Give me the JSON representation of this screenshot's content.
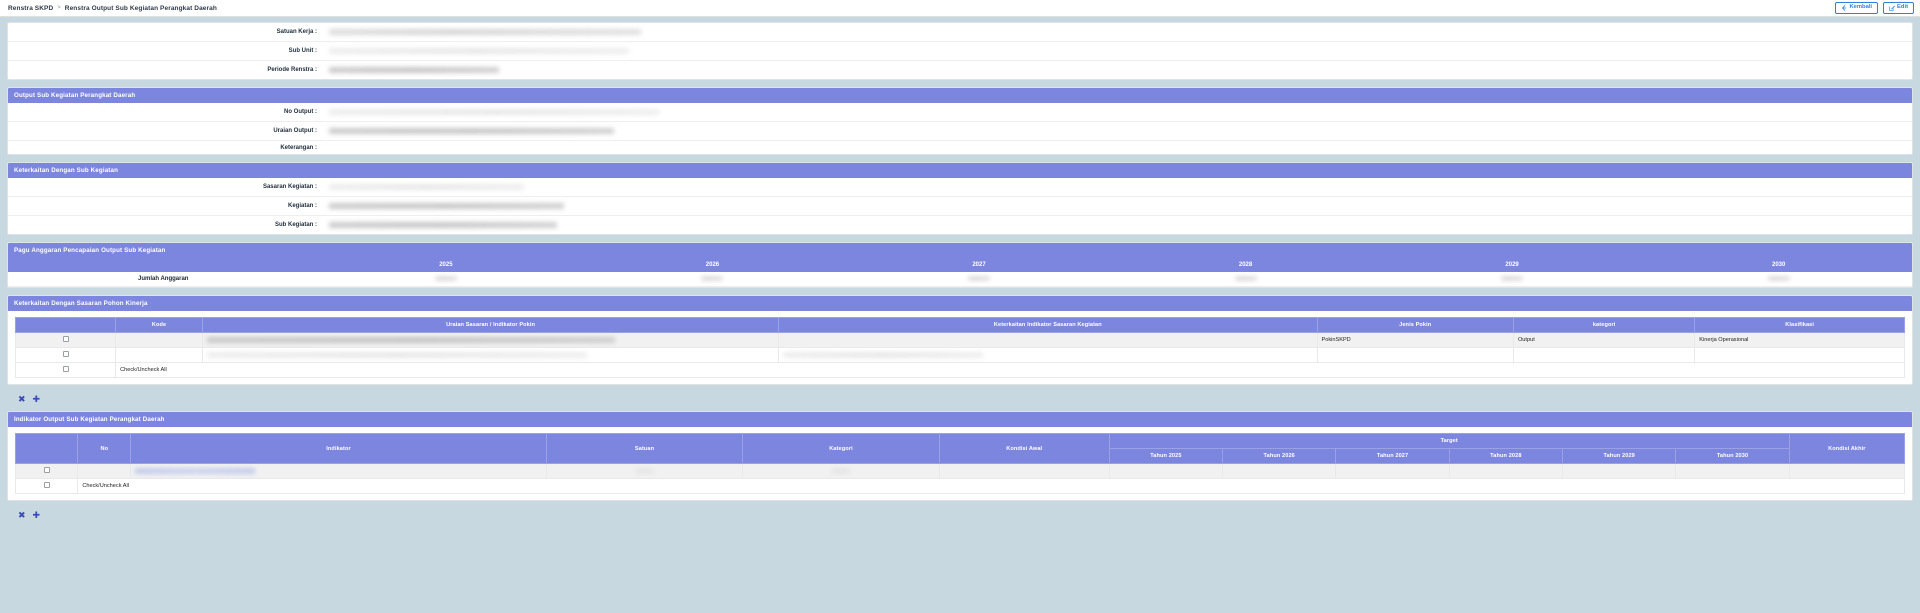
{
  "breadcrumb": {
    "root": "Renstra SKPD",
    "separator": ">",
    "current": "Renstra Output Sub Kegiatan Perangkat Daerah"
  },
  "toolbar": {
    "back_label": "Kembali",
    "back_icon": "arrow-left-icon",
    "edit_label": "Edit",
    "edit_icon": "pencil-square-icon"
  },
  "info_panel": {
    "rows": [
      {
        "label": "Satuan Kerja :",
        "value": ""
      },
      {
        "label": "Sub Unit :",
        "value": ""
      },
      {
        "label": "Periode Renstra :",
        "value": ""
      }
    ]
  },
  "output_panel": {
    "title": "Output Sub Kegiatan Perangkat Daerah",
    "rows": [
      {
        "label": "No Output :",
        "value": ""
      },
      {
        "label": "Uraian Output :",
        "value": ""
      },
      {
        "label": "Keterangan :",
        "value": ""
      }
    ]
  },
  "keterkaitan_panel": {
    "title": "Keterkaitan Dengan Sub Kegiatan",
    "rows": [
      {
        "label": "Sasaran Kegiatan :",
        "value": ""
      },
      {
        "label": "Kegiatan :",
        "value": ""
      },
      {
        "label": "Sub Kegiatan :",
        "value": ""
      }
    ]
  },
  "pagu_panel": {
    "title": "Pagu Anggaran Pencapaian Output Sub Kegiatan",
    "years": [
      "2025",
      "2026",
      "2027",
      "2028",
      "2029",
      "2030"
    ],
    "row_label": "Jumlah Anggaran",
    "row_values": [
      "",
      "",
      "",
      "",
      "",
      ""
    ]
  },
  "pokin_panel": {
    "title": "Keterkaitan Dengan Sasaran Pohon Kinerja",
    "columns": [
      "",
      "Kode",
      "Uraian Sasaran / Indikator Pokin",
      "Keterkaitan Indikator Sasaran Kegiatan",
      "Jenis Pokin",
      "kategori",
      "Klasifikasi"
    ],
    "rows": [
      {
        "checked": false,
        "kode": "",
        "uraian": "",
        "keterkaitan": "",
        "jenis_pokin": "PokinSKPD",
        "kategori": "Output",
        "klasifikasi": "Kinerja Operasional"
      },
      {
        "checked": false,
        "kode": "",
        "uraian": "",
        "keterkaitan": "",
        "jenis_pokin": "",
        "kategori": "",
        "klasifikasi": ""
      }
    ],
    "check_all_label": "Check/Uncheck All",
    "actions": {
      "delete_icon": "x-delete-icon",
      "add_icon": "plus-add-icon"
    }
  },
  "indikator_panel": {
    "title": "Indikator Output Sub Kegiatan Perangkat Daerah",
    "columns": {
      "select": "",
      "no": "No",
      "indikator": "Indikator",
      "satuan": "Satuan",
      "kategori": "Kategori",
      "kondisi_awal": "Kondisi Awal",
      "target_group": "Target",
      "kondisi_akhir": "Kondisi Akhir"
    },
    "target_years": [
      "Tahun 2025",
      "Tahun 2026",
      "Tahun 2027",
      "Tahun 2028",
      "Tahun 2029",
      "Tahun 2030"
    ],
    "rows": [
      {
        "checked": false,
        "no": "",
        "indikator": "",
        "satuan": "",
        "kategori": "",
        "kondisi_awal": "",
        "targets": [
          "",
          "",
          "",
          "",
          "",
          ""
        ],
        "kondisi_akhir": ""
      }
    ],
    "check_all_label": "Check/Uncheck All",
    "actions": {
      "delete_icon": "x-delete-icon",
      "add_icon": "plus-add-icon"
    }
  },
  "colors": {
    "header_violet": "#7d86de",
    "accent_blue": "#2f7fe0",
    "page_bg": "#c8d8e0"
  }
}
